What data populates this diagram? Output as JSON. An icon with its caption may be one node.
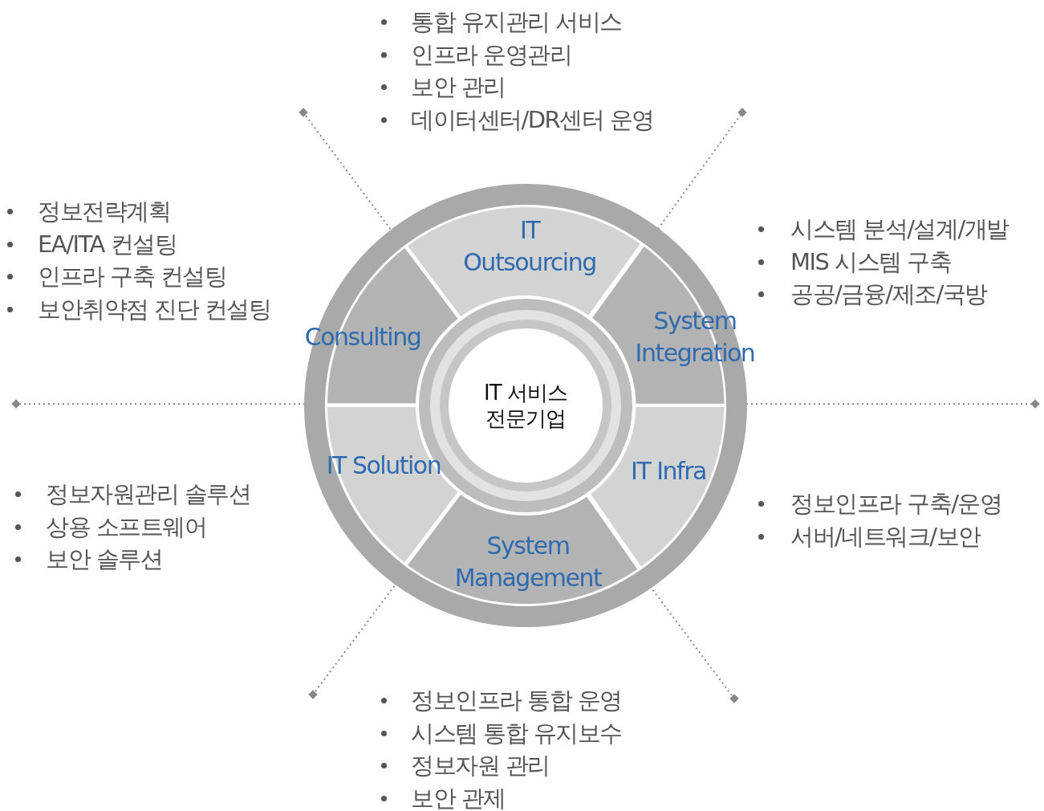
{
  "diagram": {
    "nodes": [
      {
        "text": [
          "IT Outsourcing"
        ]
      },
      {
        "text": [
          "Consulting"
        ]
      },
      {
        "text": [
          "System Integration"
        ]
      },
      {
        "text": [
          "IT 서비스 전문기업"
        ]
      },
      {
        "text": [
          "IT Infra"
        ]
      },
      {
        "text": [
          "IT Solution"
        ]
      },
      {
        "text": [
          "System Management"
        ]
      }
    ],
    "labels": [
      "통합 유지관리 서비스",
      "인프라 운영관리",
      "보안 관리",
      "데이터센터/DR센터 운영",
      "정보전략계획",
      "EA/ITA 컨설팅",
      "인프라 구축 컨설팅",
      "보안취약점 진단 컨설팅",
      "시스템 분석/설계/개발",
      "MIS 시스템 구축",
      "공공/금융/제조/국방",
      "정보자원관리 솔루션",
      "상용 소프트웨어",
      "보안 솔루션",
      "정보인프라 구축/운영",
      "서버/네트워크/보안",
      "정보인프라 통합 운영",
      "시스템 통합 유지보수",
      "정보자원 관리",
      "보안 관제"
    ]
  }
}
